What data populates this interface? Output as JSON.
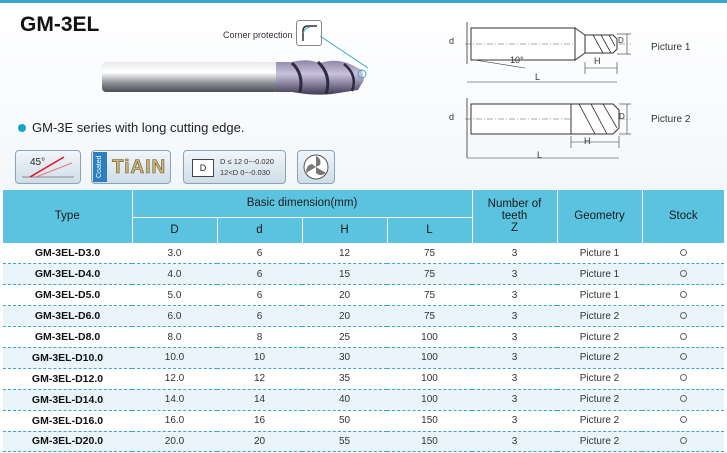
{
  "title": "GM-3EL",
  "corner_protection_label": "Corner protection",
  "feature_text": "GM-3E series with long cutting edge.",
  "badges": {
    "helix_angle": "45°",
    "coating_tag": "Coated",
    "coating_name": "TiAIN",
    "diameter_symbol": "D",
    "tolerance_line1": "D ≤ 12    0~-0.020",
    "tolerance_line2": "12<D      0~-0.030"
  },
  "diagrams": {
    "picture1_label": "Picture 1",
    "picture2_label": "Picture 2",
    "dim_d": "d",
    "dim_D": "D",
    "dim_H": "H",
    "dim_L": "L",
    "angle_10": "10°"
  },
  "table": {
    "headers": {
      "type": "Type",
      "basic_dimension": "Basic dimension(mm)",
      "D": "D",
      "d": "d",
      "H": "H",
      "L": "L",
      "teeth_line1": "Number of",
      "teeth_line2": "teeth",
      "teeth_line3": "Z",
      "geometry": "Geometry",
      "stock": "Stock"
    },
    "rows": [
      {
        "type": "GM-3EL-D3.0",
        "D": "3.0",
        "d": "6",
        "H": "12",
        "L": "75",
        "Z": "3",
        "geometry": "Picture 1"
      },
      {
        "type": "GM-3EL-D4.0",
        "D": "4.0",
        "d": "6",
        "H": "15",
        "L": "75",
        "Z": "3",
        "geometry": "Picture 1"
      },
      {
        "type": "GM-3EL-D5.0",
        "D": "5.0",
        "d": "6",
        "H": "20",
        "L": "75",
        "Z": "3",
        "geometry": "Picture 1"
      },
      {
        "type": "GM-3EL-D6.0",
        "D": "6.0",
        "d": "6",
        "H": "20",
        "L": "75",
        "Z": "3",
        "geometry": "Picture 2"
      },
      {
        "type": "GM-3EL-D8.0",
        "D": "8.0",
        "d": "8",
        "H": "25",
        "L": "100",
        "Z": "3",
        "geometry": "Picture 2"
      },
      {
        "type": "GM-3EL-D10.0",
        "D": "10.0",
        "d": "10",
        "H": "30",
        "L": "100",
        "Z": "3",
        "geometry": "Picture 2"
      },
      {
        "type": "GM-3EL-D12.0",
        "D": "12.0",
        "d": "12",
        "H": "35",
        "L": "100",
        "Z": "3",
        "geometry": "Picture 2"
      },
      {
        "type": "GM-3EL-D14.0",
        "D": "14.0",
        "d": "14",
        "H": "40",
        "L": "100",
        "Z": "3",
        "geometry": "Picture 2"
      },
      {
        "type": "GM-3EL-D16.0",
        "D": "16.0",
        "d": "16",
        "H": "50",
        "L": "150",
        "Z": "3",
        "geometry": "Picture 2"
      },
      {
        "type": "GM-3EL-D20.0",
        "D": "20.0",
        "d": "20",
        "H": "55",
        "L": "150",
        "Z": "3",
        "geometry": "Picture 2"
      }
    ]
  }
}
